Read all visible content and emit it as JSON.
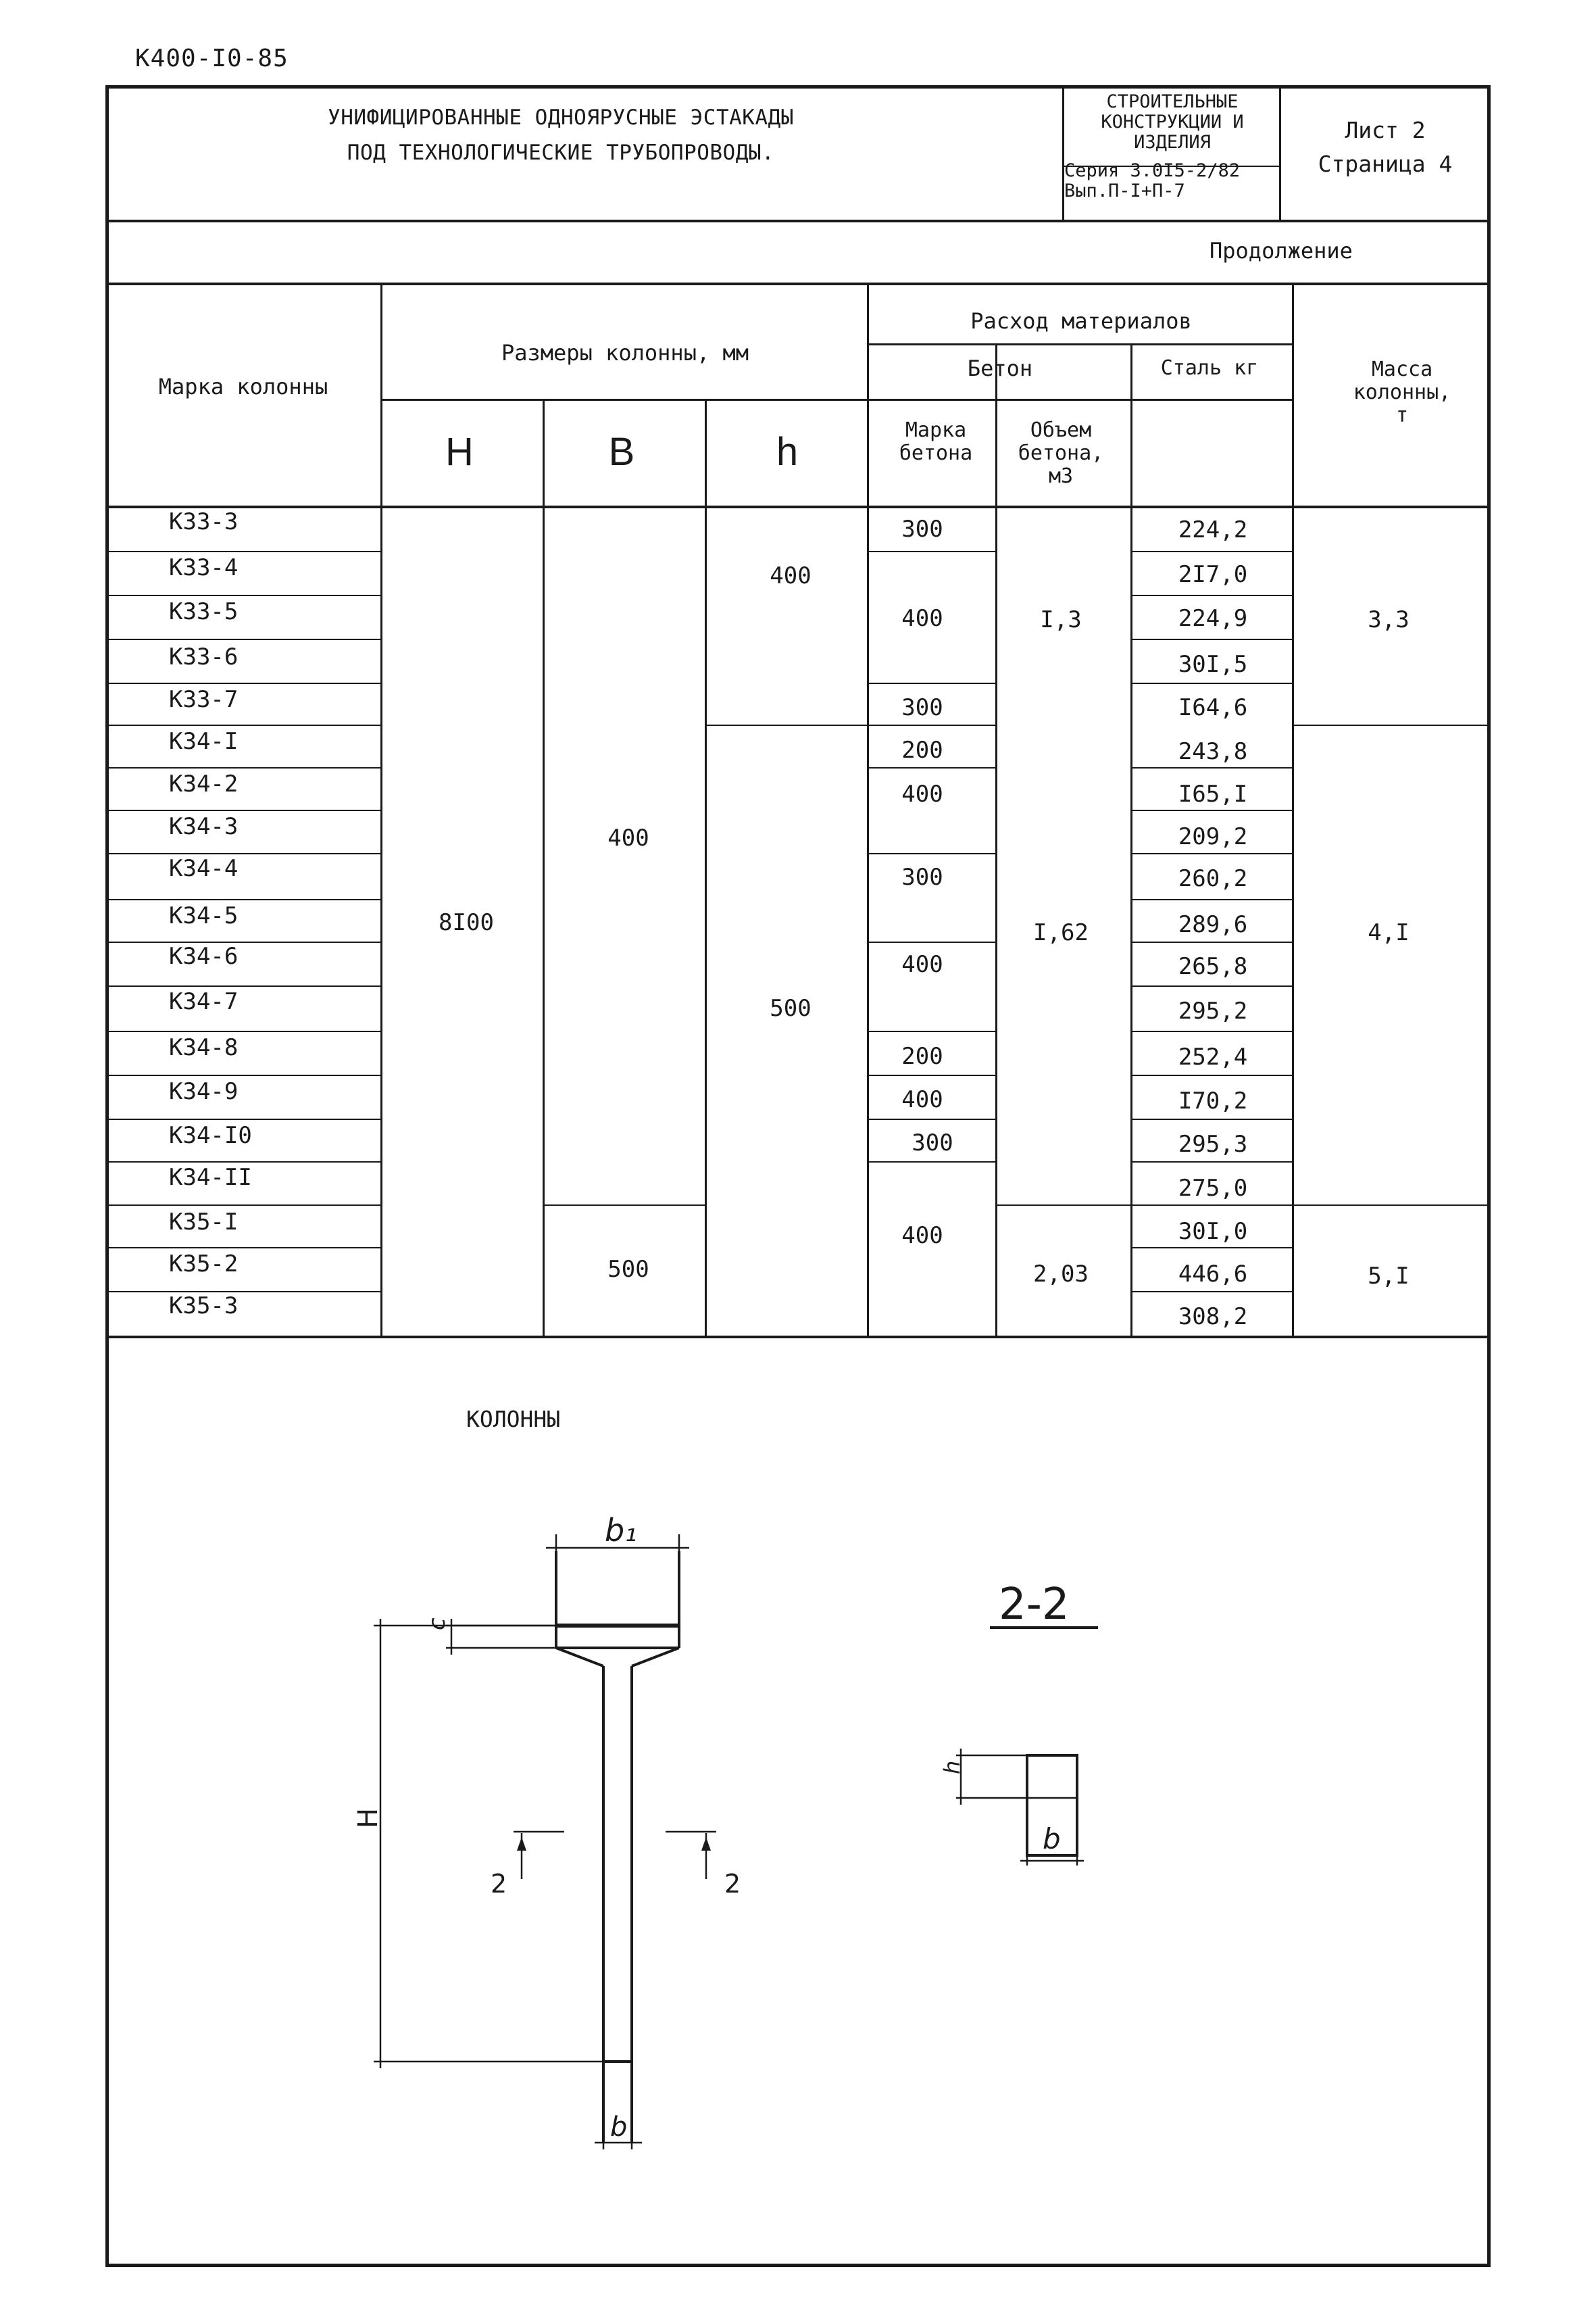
{
  "document_code": "К400-I0-85",
  "title_block": {
    "title_line1": "УНИФИЦИРОВАННЫЕ ОДНОЯРУСНЫЕ ЭСТАКАДЫ",
    "title_line2": "ПОД ТЕХНОЛОГИЧЕСКИЕ ТРУБОПРОВОДЫ.",
    "category_line1": "СТРОИТЕЛЬНЫЕ",
    "category_line2": "КОНСТРУКЦИИ И",
    "category_line3": "ИЗДЕЛИЯ",
    "series": "Серия 3.0I5-2/82",
    "issue": "Вып.П-I+П-7",
    "sheet": "Лист 2",
    "page": "Страница 4"
  },
  "continued_label": "Продолжение",
  "table_header": {
    "mark_col": "Марка колонны",
    "dims_group": "Размеры колонны, мм",
    "H": "H",
    "B": "B",
    "h": "h",
    "materials_group": "Расход материалов",
    "concrete_group": "Бетон",
    "concrete_grade": "Марка бетона",
    "concrete_volume": "Объем бетона, м3",
    "steel": "Сталь кг",
    "mass": "Масса колонны, т"
  },
  "rows": [
    {
      "mark": "К33-3",
      "steel": "224,2"
    },
    {
      "mark": "К33-4",
      "steel": "2I7,0"
    },
    {
      "mark": "К33-5",
      "steel": "224,9"
    },
    {
      "mark": "К33-6",
      "steel": "30I,5"
    },
    {
      "mark": "К33-7",
      "steel": "I64,6"
    },
    {
      "mark": "К34-I",
      "steel": "243,8"
    },
    {
      "mark": "К34-2",
      "steel": "I65,I"
    },
    {
      "mark": "К34-3",
      "steel": "209,2"
    },
    {
      "mark": "К34-4",
      "steel": "260,2"
    },
    {
      "mark": "К34-5",
      "steel": "289,6"
    },
    {
      "mark": "К34-6",
      "steel": "265,8"
    },
    {
      "mark": "К34-7",
      "steel": "295,2"
    },
    {
      "mark": "К34-8",
      "steel": "252,4"
    },
    {
      "mark": "К34-9",
      "steel": "I70,2"
    },
    {
      "mark": "К34-I0",
      "steel": "295,3"
    },
    {
      "mark": "К34-II",
      "steel": "275,0"
    },
    {
      "mark": "К35-I",
      "steel": "30I,0"
    },
    {
      "mark": "К35-2",
      "steel": "446,6"
    },
    {
      "mark": "К35-3",
      "steel": "308,2"
    }
  ],
  "merged": {
    "H_all": "8I00",
    "B_400": "400",
    "B_500": "500",
    "h_400": "400",
    "h_500": "500",
    "grade_300a": "300",
    "grade_400a": "400",
    "grade_300b": "300",
    "grade_200a": "200",
    "grade_400b": "400",
    "grade_300c": "300",
    "grade_400c": "400",
    "grade_200b": "200",
    "grade_400d": "400",
    "grade_300d": "300",
    "grade_400e": "400",
    "vol_k33": "I,3",
    "vol_k34": "I,62",
    "vol_k35": "2,03",
    "mass_k33": "3,3",
    "mass_k34": "4,I",
    "mass_k35": "5,I"
  },
  "drawing": {
    "title": "КОЛОННЫ",
    "label_b1": "b₁",
    "label_c": "c",
    "label_H": "H",
    "label_b_bottom": "b",
    "cut_left": "2",
    "cut_right": "2",
    "section_title": "2-2",
    "section_h": "h",
    "section_b": "b"
  }
}
